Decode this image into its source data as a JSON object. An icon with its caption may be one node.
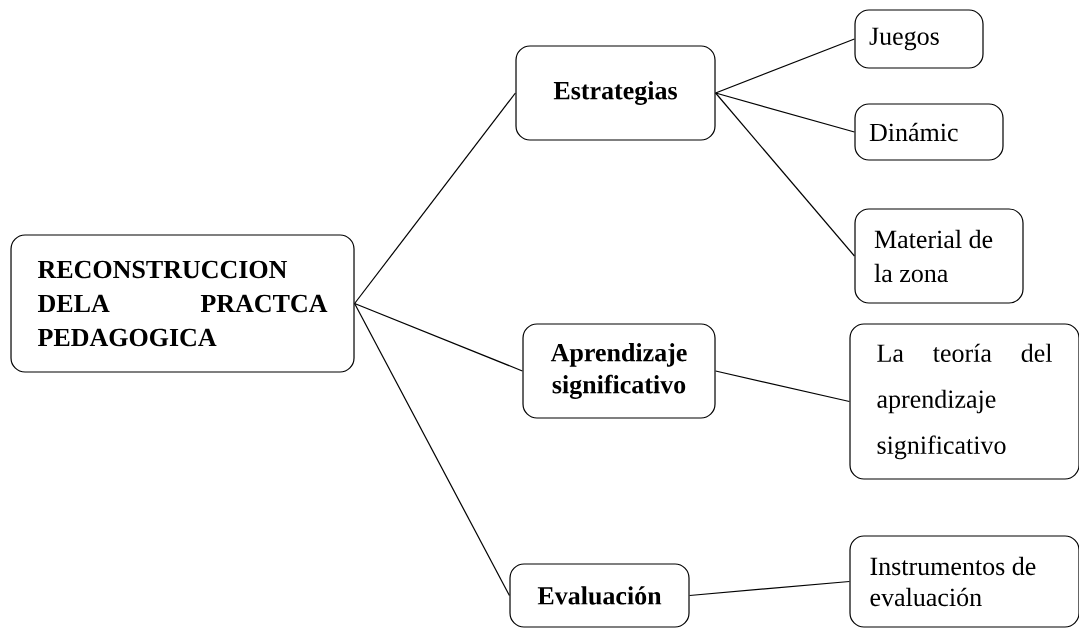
{
  "diagram": {
    "nodes": [
      {
        "text": [
          "RECONSTRUCCION DELA PRACTCA PEDAGOGICA"
        ]
      },
      {
        "text": [
          "Estrategias"
        ]
      },
      {
        "text": [
          "Aprendizaje significativo"
        ]
      },
      {
        "text": [
          "Evaluación"
        ]
      },
      {
        "text": [
          "Juegos"
        ]
      },
      {
        "text": [
          "Dinámic"
        ]
      },
      {
        "text": [
          "Material de la zona"
        ]
      },
      {
        "text": [
          "La teoría del aprendizaje significativo"
        ]
      },
      {
        "text": [
          "Instrumentos de evaluación"
        ]
      }
    ],
    "edges": [
      {
        "from": 0,
        "to": 1,
        "arrow": "none"
      },
      {
        "from": 0,
        "to": 2,
        "arrow": "none"
      },
      {
        "from": 0,
        "to": 3,
        "arrow": "none"
      },
      {
        "from": 1,
        "to": 4,
        "arrow": "none"
      },
      {
        "from": 1,
        "to": 5,
        "arrow": "none"
      },
      {
        "from": 1,
        "to": 6,
        "arrow": "none"
      },
      {
        "from": 2,
        "to": 7,
        "arrow": "none"
      },
      {
        "from": 3,
        "to": 8,
        "arrow": "none"
      }
    ]
  }
}
